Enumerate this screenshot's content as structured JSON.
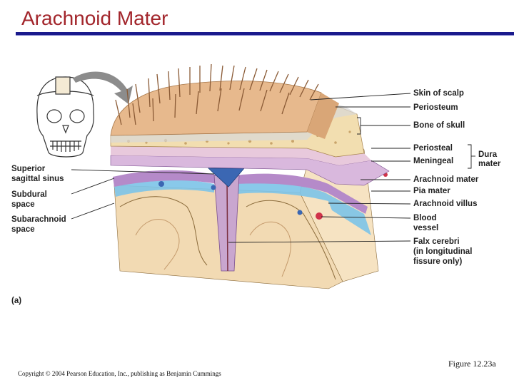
{
  "title": "Arachnoid Mater",
  "labels": {
    "skin_of_scalp": "Skin of scalp",
    "periosteum": "Periosteum",
    "bone_of_skull": "Bone of skull",
    "periosteal": "Periosteal",
    "meningeal": "Meningeal",
    "dura_mater": [
      "Dura",
      "mater"
    ],
    "arachnoid_mater": "Arachnoid mater",
    "pia_mater": "Pia mater",
    "arachnoid_villus": "Arachnoid villus",
    "blood_vessel": [
      "Blood",
      "vessel"
    ],
    "falx_cerebri": [
      "Falx cerebri",
      "(in longitudinal",
      "fissure only)"
    ],
    "superior_sagittal_sinus": [
      "Superior",
      "sagittal sinus"
    ],
    "subdural_space": [
      "Subdural",
      "space"
    ],
    "subarachnoid_space": [
      "Subarachnoid",
      "space"
    ]
  },
  "panel_label": "(a)",
  "figure_number": "Figure 12.23a",
  "copyright": "Copyright © 2004 Pearson Education, Inc., publishing as Benjamin Cummings",
  "colors": {
    "title": "#a2252b",
    "rule": "#1a1a8c",
    "skin": "#e7b98d",
    "bone": "#f2deb0",
    "dura": "#c9a6cf",
    "arachnoid": "#9a6fb5",
    "csf": "#7cc3e8",
    "brain": "#efd3aa",
    "sinus": "#3b67b3",
    "vessel": "#d0334a"
  }
}
